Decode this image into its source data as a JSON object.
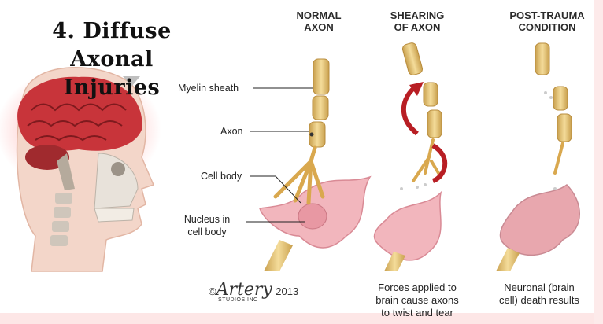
{
  "title": {
    "line1": "4. Diffuse Axonal",
    "line2": "Injuries"
  },
  "columns": [
    {
      "line1": "NORMAL",
      "line2": "AXON"
    },
    {
      "line1": "SHEARING",
      "line2": "OF AXON"
    },
    {
      "line1": "POST-TRAUMA",
      "line2": "CONDITION"
    }
  ],
  "labels": {
    "myelin": "Myelin sheath",
    "axon": "Axon",
    "cell_body": "Cell body",
    "nucleus_line1": "Nucleus in",
    "nucleus_line2": "cell body"
  },
  "captions": {
    "shearing": [
      "Forces applied to",
      "brain cause axons",
      "to twist and tear"
    ],
    "post": [
      "Neuronal (brain",
      "cell) death results"
    ]
  },
  "credit": {
    "symbol": "©",
    "brand": "Artery",
    "year": "2013",
    "studios": "STUDIOS INC"
  },
  "colors": {
    "myelin": "#e8c77a",
    "axon": "#d9a84e",
    "cell": "#f2b6bd",
    "brain": "#c8343a",
    "arrow": "#b81e24"
  }
}
